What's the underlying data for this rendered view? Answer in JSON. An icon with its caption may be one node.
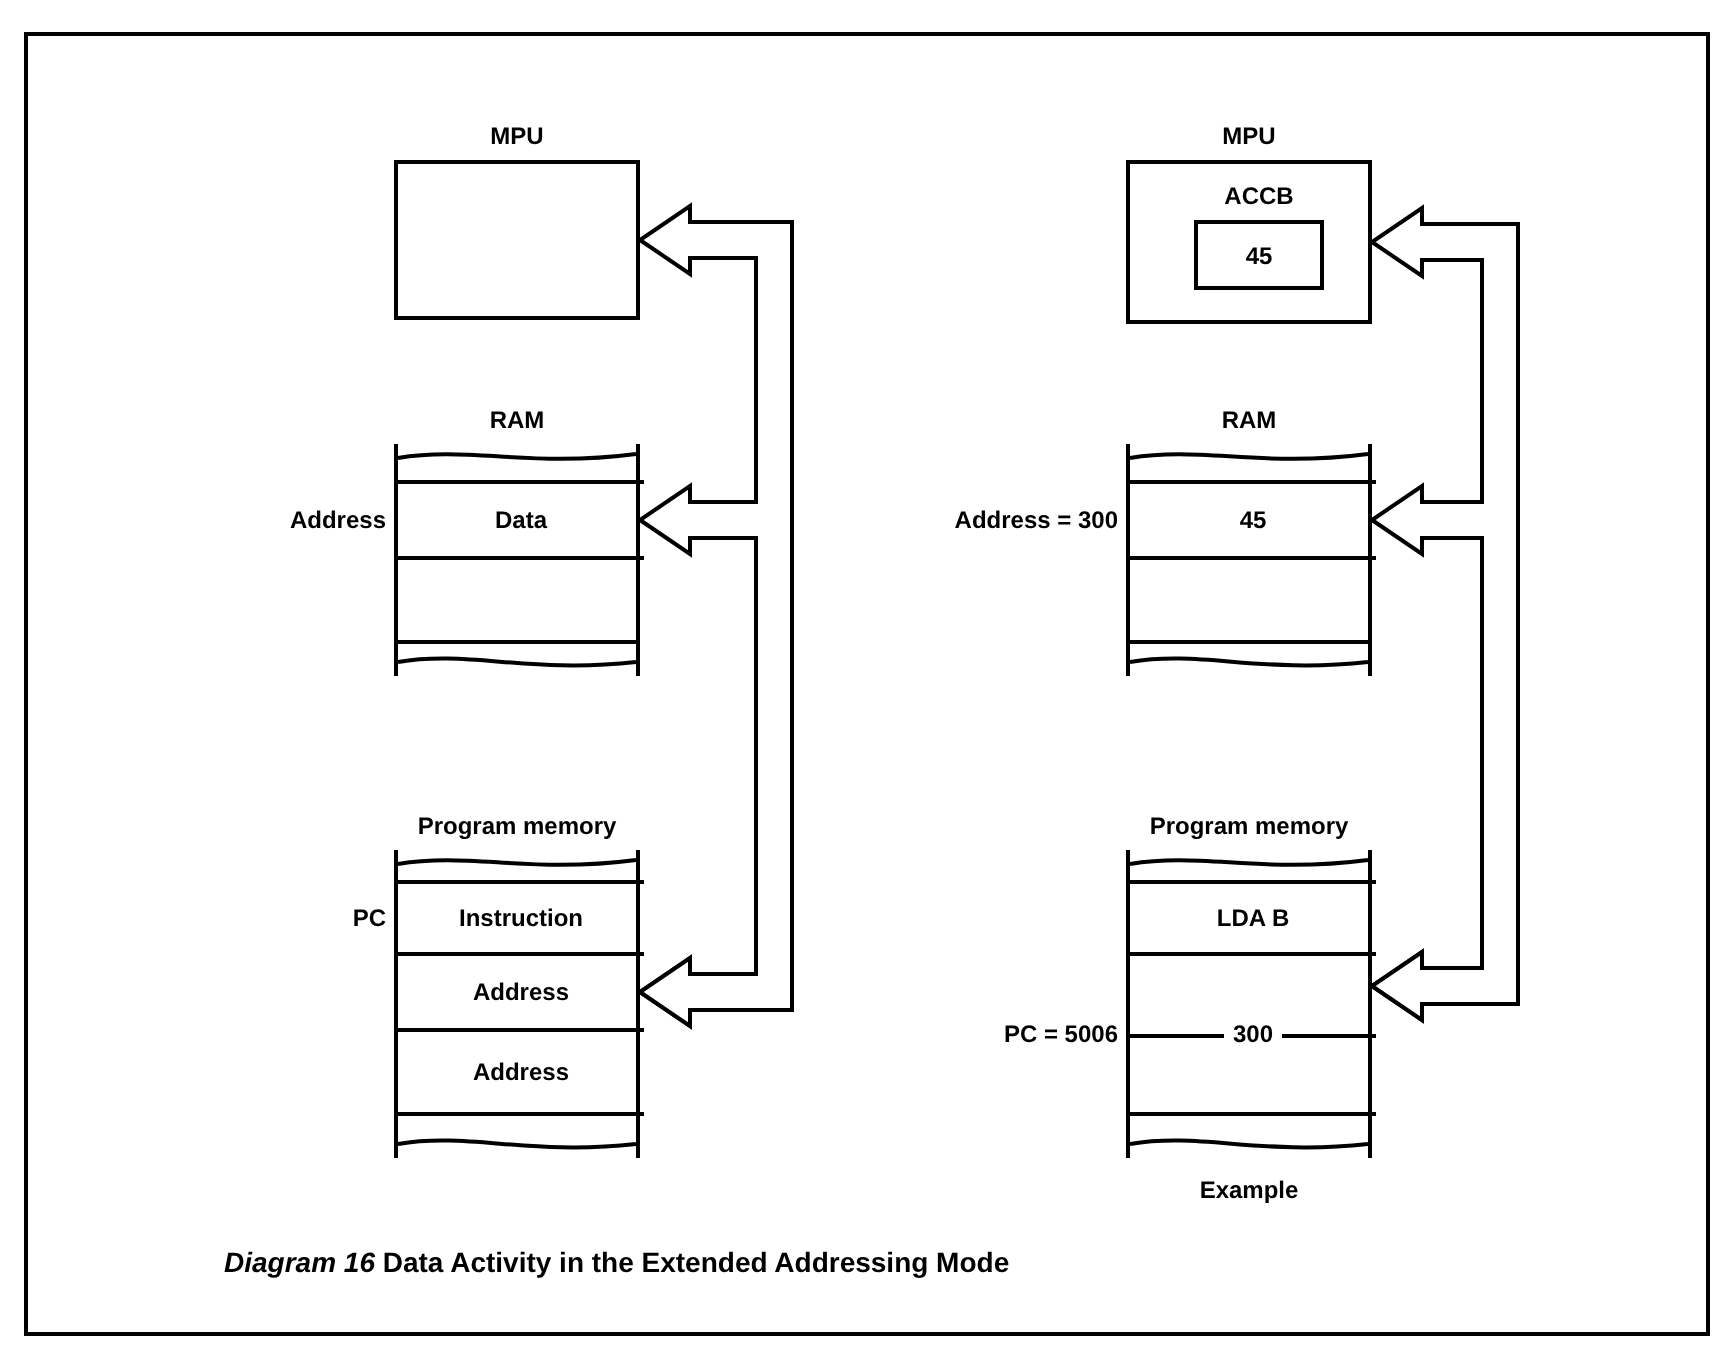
{
  "diagram": {
    "caption": "*Diagram 16* Data Activity in the Extended Addressing Mode",
    "nodes": [
      {
        "text": [
          "MPU"
        ]
      },
      {
        "text": [
          "RAM"
        ]
      },
      {
        "text": [
          "Data"
        ],
        "in": 1,
        "beside": [
          "Address"
        ]
      },
      {
        "text": [
          "Program memory"
        ]
      },
      {
        "text": [
          "Instruction"
        ],
        "in": 3,
        "beside": [
          "PC"
        ]
      },
      {
        "text": [
          "Address"
        ],
        "in": 3
      },
      {
        "text": [
          "Address"
        ],
        "in": 3
      },
      {
        "text": [
          "MPU"
        ]
      },
      {
        "text": [
          "ACCB",
          "45"
        ],
        "in": 7
      },
      {
        "text": [
          "RAM"
        ]
      },
      {
        "text": [
          "45"
        ],
        "in": 9,
        "beside": [
          "Address = 300"
        ]
      },
      {
        "text": [
          "Program memory"
        ],
        "beside": [
          "Example"
        ]
      },
      {
        "text": [
          "LDA B"
        ],
        "in": 11
      },
      {
        "text": [
          "300"
        ],
        "in": 11,
        "beside": [
          "PC = 5006"
        ]
      }
    ],
    "edges": [
      {
        "from": 5,
        "to": 0,
        "arrow": "both"
      },
      {
        "from": 5,
        "to": 2,
        "arrow": "both"
      },
      {
        "from": 13,
        "to": 7,
        "arrow": "both"
      },
      {
        "from": 13,
        "to": 10,
        "arrow": "both"
      }
    ]
  }
}
